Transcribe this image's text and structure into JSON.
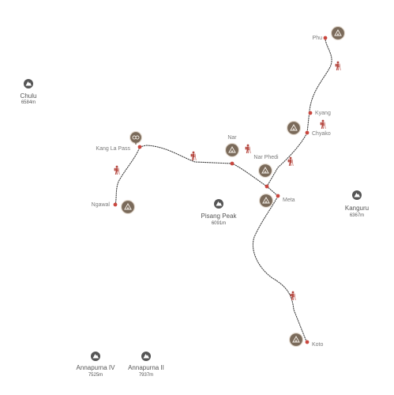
{
  "colors": {
    "trail": "#3f3f3f",
    "waypoint": "#c9473f",
    "camp_badge": "#7a6a5a",
    "peak_icon": "#555555",
    "hiker": "#b5473f",
    "label": "#7a7a7a"
  },
  "peaks": [
    {
      "id": "chulu",
      "name": "Chulu",
      "elevation": "6584m"
    },
    {
      "id": "pisang",
      "name": "Pisang Peak",
      "elevation": "6091m"
    },
    {
      "id": "kanguru",
      "name": "Kanguru",
      "elevation": "6367m"
    },
    {
      "id": "annapurna-iv",
      "name": "Annapurna IV",
      "elevation": "7525m"
    },
    {
      "id": "annapurna-ii",
      "name": "Annapurna II",
      "elevation": "7937m"
    }
  ],
  "waypoints": [
    {
      "id": "phu",
      "label": "Phu",
      "icon": "camp-icon"
    },
    {
      "id": "kyang",
      "label": "Kyang",
      "icon": "none"
    },
    {
      "id": "chyako",
      "label": "Chyako",
      "icon": "camp-icon"
    },
    {
      "id": "nar",
      "label": "Nar",
      "icon": "camp-icon"
    },
    {
      "id": "nar-phedi",
      "label": "Nar Phedi",
      "icon": "camp-icon"
    },
    {
      "id": "meta",
      "label": "Meta",
      "icon": "camp-icon"
    },
    {
      "id": "kang-la-pass",
      "label": "Kang La Pass",
      "icon": "pass-icon"
    },
    {
      "id": "ngawal",
      "label": "Ngawal",
      "icon": "camp-icon"
    },
    {
      "id": "koto",
      "label": "Koto",
      "icon": "camp-icon"
    }
  ]
}
